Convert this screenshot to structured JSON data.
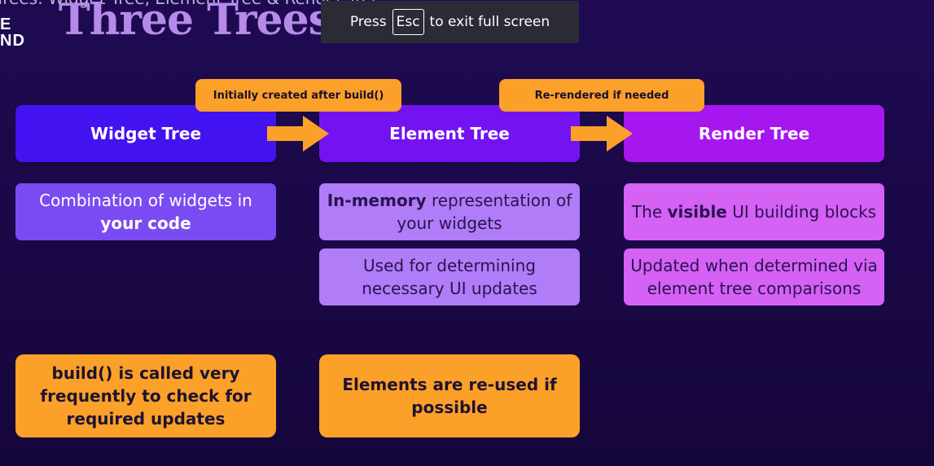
{
  "slide": {
    "topbar_text": "Trees: Widget Tree, Element Tree & Render Tree",
    "logo_lines": [
      "E",
      "ND"
    ],
    "title": "Three Trees"
  },
  "fullscreen_toast": {
    "before": "Press",
    "key": "Esc",
    "after": "to exit full screen"
  },
  "columns": [
    {
      "header": "Widget Tree",
      "cards": [
        {
          "pre": "Combination of widgets in ",
          "bold": "your code",
          "post": ""
        }
      ],
      "note": "build() is called very frequently to check for required updates"
    },
    {
      "header": "Element Tree",
      "cards": [
        {
          "pre": "",
          "bold": "In-memory",
          "post": " representation of your widgets"
        },
        {
          "pre": "Used for determining necessary UI updates",
          "bold": "",
          "post": ""
        }
      ],
      "note": "Elements are re-used if possible"
    },
    {
      "header": "Render Tree",
      "cards": [
        {
          "pre": "The ",
          "bold": "visible",
          "post": " UI building blocks"
        },
        {
          "pre": "Updated when determined via element tree comparisons",
          "bold": "",
          "post": ""
        }
      ]
    }
  ],
  "tags": {
    "widget_to_element": "Initially created after build()",
    "element_to_render": "Re-rendered if needed"
  },
  "colors": {
    "widget_header": "#4312f0",
    "element_header": "#7413f2",
    "render_header": "#a616ef",
    "widget_card": "#7a4bf2",
    "element_card": "#b07cf7",
    "render_card": "#d561f5",
    "accent_orange": "#fba029"
  }
}
